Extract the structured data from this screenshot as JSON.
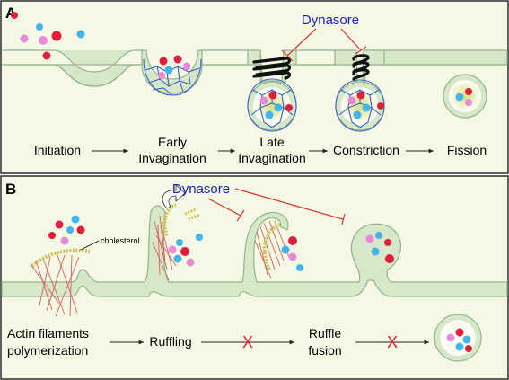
{
  "panel_a": {
    "letter": "A",
    "inhibitor": "Dynasore",
    "steps": [
      [
        "Initiation"
      ],
      [
        "Early",
        "Invagination"
      ],
      [
        "Late",
        "Invagination"
      ],
      [
        "Constriction"
      ],
      [
        "Fission"
      ]
    ]
  },
  "panel_b": {
    "letter": "B",
    "inhibitor": "Dynasore",
    "cholesterol_label": "cholesterol",
    "steps": [
      [
        "Actin  filaments",
        "polymerization"
      ],
      [
        "Ruffling"
      ],
      [
        "Ruffle",
        "fusion"
      ]
    ],
    "blocked_mark": "X"
  },
  "colors": {
    "panel_bg": "#f6f8e6",
    "membrane_fill": "#d7e7c9",
    "membrane_stroke": "#8fb68a",
    "clathrin": "#3d62c4",
    "dynamin": "#111111",
    "inhibition_line": "#d9362c",
    "actin": "#d9605a",
    "cholesterol": "#c8c24f",
    "cargo": [
      "#e0203a",
      "#46b4ea",
      "#e78bd8"
    ]
  }
}
